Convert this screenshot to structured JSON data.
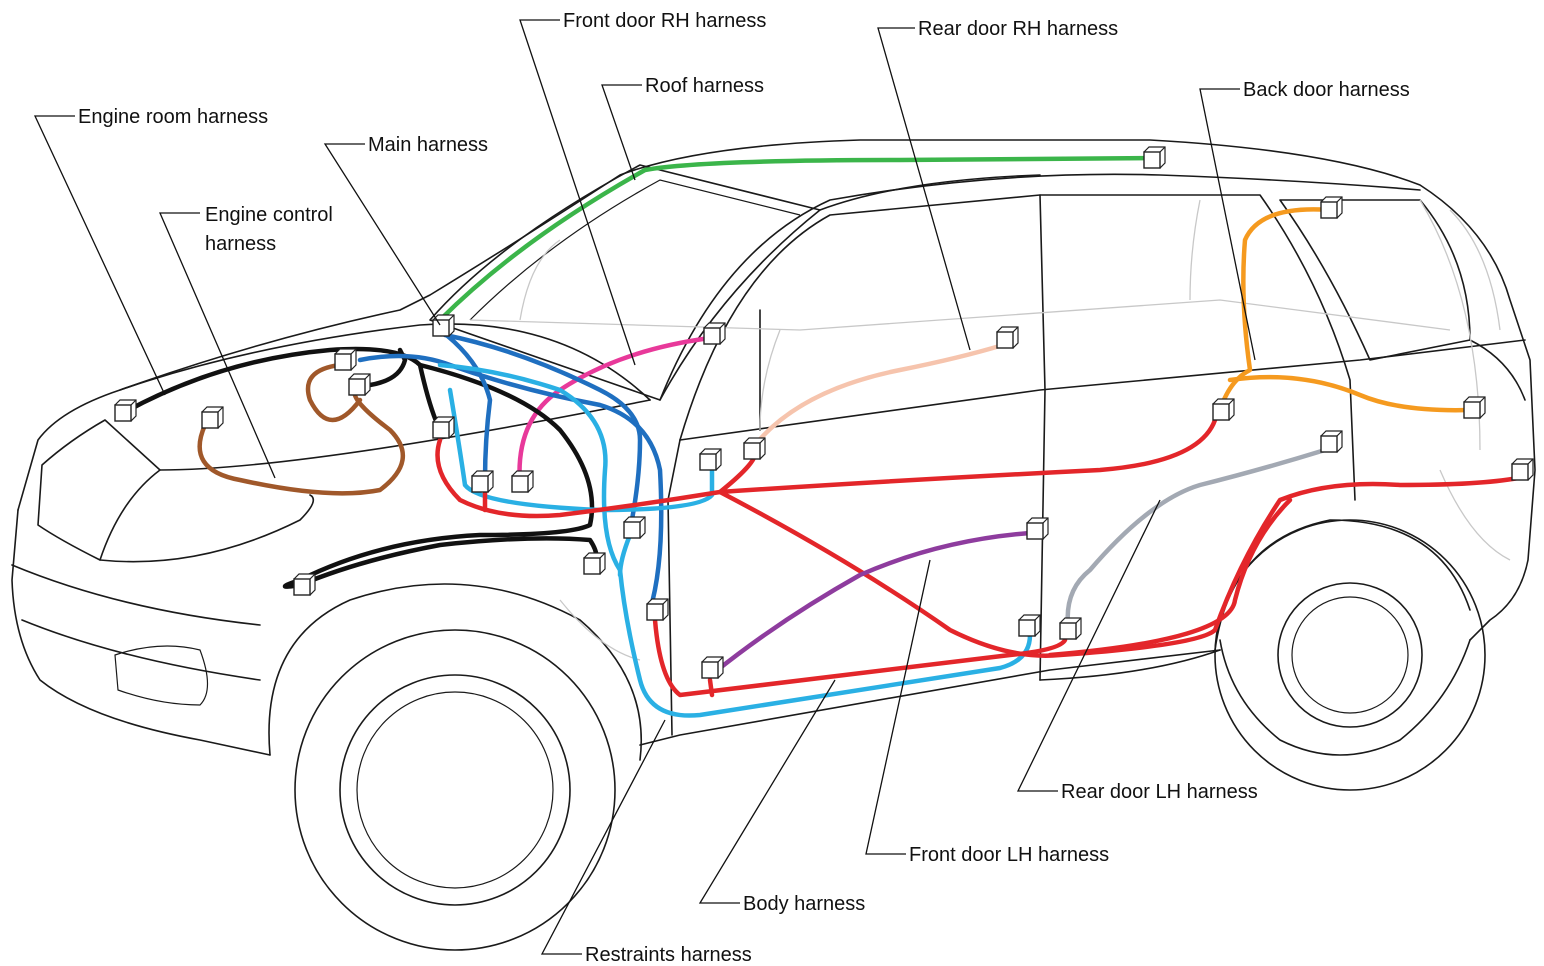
{
  "labels": {
    "engine_room": "Engine room harness",
    "main": "Main harness",
    "engine_control_1": "Engine control",
    "engine_control_2": "harness",
    "front_door_rh": "Front door RH harness",
    "roof": "Roof harness",
    "rear_door_rh": "Rear door RH harness",
    "back_door": "Back door harness",
    "rear_door_lh": "Rear door LH harness",
    "front_door_lh": "Front door LH harness",
    "body": "Body harness",
    "restraints": "Restraints harness"
  },
  "colors": {
    "main": "#111111",
    "engine_control": "#a0582a",
    "engine_room_blue": "#1f6fc0",
    "restraints": "#2ab0e4",
    "body": "#e3262a",
    "roof": "#3bb54a",
    "front_door_rh": "#e8399a",
    "rear_door_rh": "#f6c4ad",
    "back_door": "#f59a1f",
    "rear_door_lh": "#a3a9b3",
    "front_door_lh": "#8e3c9e"
  }
}
